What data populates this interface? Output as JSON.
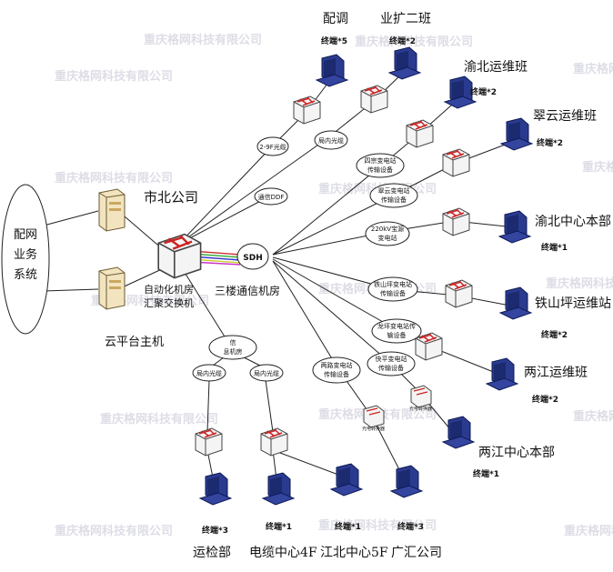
{
  "watermark": "重庆格网科技有限公司",
  "left_system": [
    "配网",
    "业务",
    "系统"
  ],
  "center": {
    "company": "市北公司",
    "switch_label": [
      "自动化机房",
      "汇聚交换机"
    ],
    "server_label": "云平台主机",
    "sdh": "SDH",
    "sdh_label": "三楼通信机房",
    "comm_ddf": "通信DDF",
    "info_room": [
      "信",
      "息机房"
    ]
  },
  "links": {
    "fiber_29": "2-9F光缆",
    "fiber_local": "局内光缆",
    "sihao": [
      "四宗变电站",
      "传输设备"
    ],
    "cuiyun_t": [
      "翠云变电站",
      "传输设备"
    ],
    "kv220": [
      "220kV宝源",
      "变电站"
    ],
    "tieshan": [
      "铁山坪变电站",
      "传输设备"
    ],
    "longping": [
      "龙坪变电站传",
      "输设备"
    ],
    "liangjiang_t": [
      "两路变电站",
      "传输设备"
    ],
    "kuaiping": [
      "快平变电站",
      "传输设备"
    ],
    "local1": "局内光缆",
    "local2": "局内光缆"
  },
  "media_converter": "光电转换器",
  "endpoints": [
    {
      "name": "配调",
      "terminal": "终端*5"
    },
    {
      "name": "业扩二班",
      "terminal": "终端*2"
    },
    {
      "name": "渝北运维班",
      "terminal": "终端*2"
    },
    {
      "name": "翠云运维班",
      "terminal": "终端*2"
    },
    {
      "name": "渝北中心本部",
      "terminal": "终端*1"
    },
    {
      "name": "铁山坪运维站",
      "terminal": "终端*2"
    },
    {
      "name": "两江运维班",
      "terminal": "终端*2"
    },
    {
      "name": "两江中心本部",
      "terminal": "终端*1"
    },
    {
      "name": "广汇公司",
      "terminal": "终端*3"
    },
    {
      "name": "江北中心5F",
      "terminal": "终端*1"
    },
    {
      "name": "电缆中心4F",
      "terminal": "终端*1"
    },
    {
      "name": "运检部",
      "terminal": "终端*3"
    }
  ]
}
